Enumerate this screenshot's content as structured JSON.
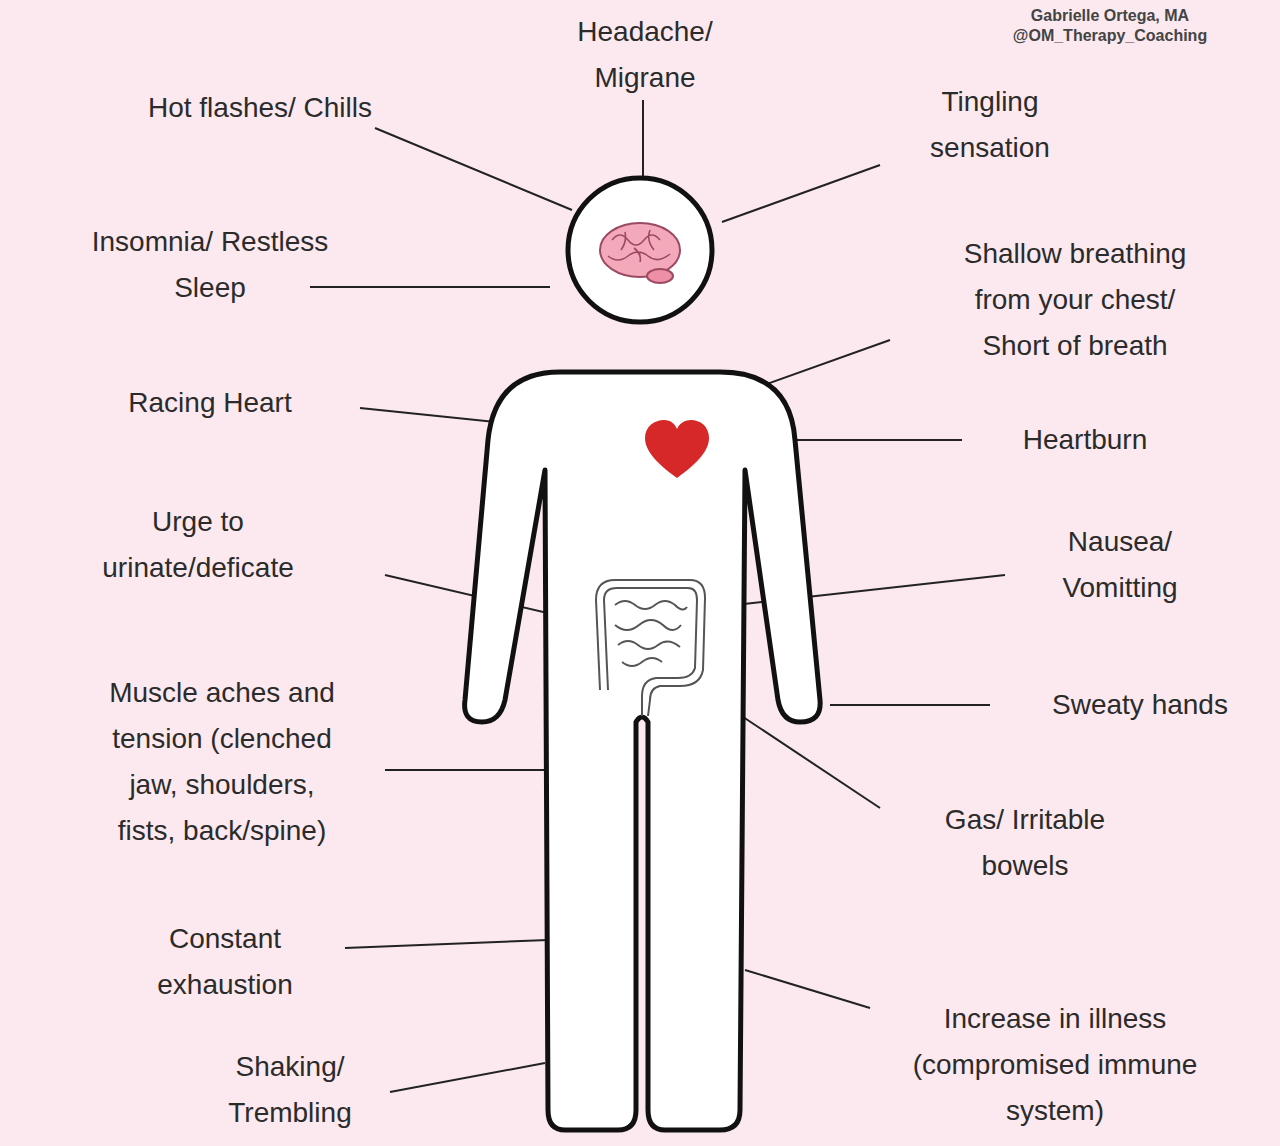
{
  "diagram": {
    "labels": [
      "Gabrielle Ortega, MA @OM_Therapy_Coaching",
      "Headache/ Migrane",
      "Hot flashes/ Chills",
      "Tingling sensation",
      "Insomnia/ Restless Sleep",
      "Shallow breathing from your chest/ Short of breath",
      "Racing Heart",
      "Heartburn",
      "Urge to urinate/deficate",
      "Nausea/ Vomitting",
      "Muscle aches and tension (clenched jaw, shoulders, fists, back/spine)",
      "Sweaty hands",
      "Gas/ Irritable bowels",
      "Constant exhaustion",
      "Increase in illness (compromised immune system)",
      "Shaking/ Trembling"
    ]
  }
}
